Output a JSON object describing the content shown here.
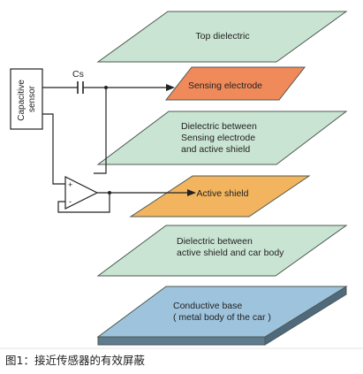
{
  "sensor_box": {
    "label": "Capacitive sensor",
    "lines": [
      "Capacitive",
      "sensor"
    ]
  },
  "capacitor": {
    "label": "Cs"
  },
  "amplifier": {
    "plus": "+",
    "minus": "-"
  },
  "layers": [
    {
      "key": "top-dielectric",
      "lines": [
        "Top dielectric"
      ],
      "fill": "#c9e4d3"
    },
    {
      "key": "sensing-electrode",
      "lines": [
        "Sensing electrode"
      ],
      "fill": "#f08a5a"
    },
    {
      "key": "dielectric-sensing-shield",
      "lines": [
        "Dielectric between",
        "Sensing electrode",
        "and active shield"
      ],
      "fill": "#c9e4d3"
    },
    {
      "key": "active-shield",
      "lines": [
        "Active shield"
      ],
      "fill": "#f2b45e"
    },
    {
      "key": "dielectric-shield-body",
      "lines": [
        "Dielectric between",
        "active shield and car body"
      ],
      "fill": "#c9e4d3"
    },
    {
      "key": "conductive-base",
      "lines": [
        "Conductive base",
        "( metal body of the car )"
      ],
      "fill": "#9ec3dd"
    }
  ],
  "colors": {
    "edge": "#4d5a52",
    "base_side": "#5f7b8f",
    "wire": "#222222"
  },
  "caption": "图1：接近传感器的有效屏蔽"
}
